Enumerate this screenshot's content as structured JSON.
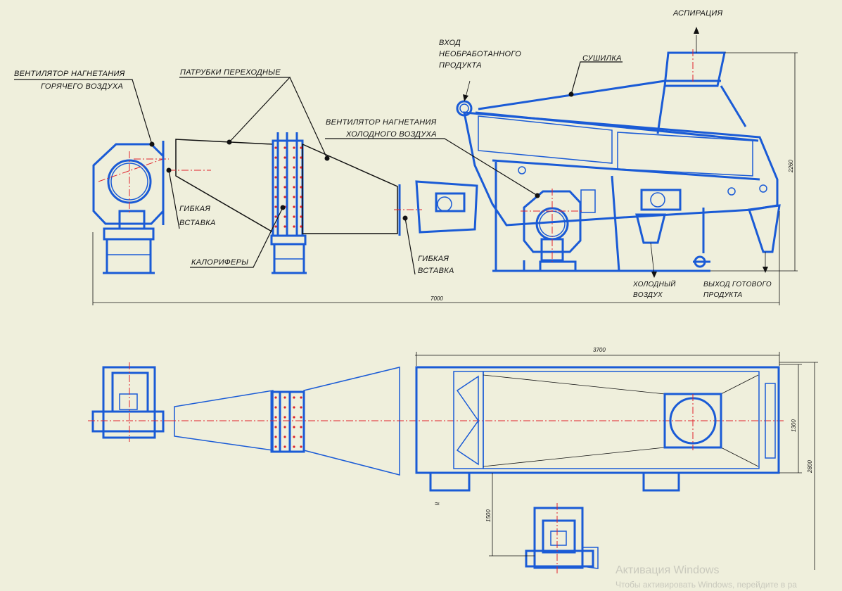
{
  "labels": {
    "fan_hot": [
      "ВЕНТИЛЯТОР НАГНЕТАНИЯ",
      "ГОРЯЧЕГО ВОЗДУХА"
    ],
    "transition_pipes": "ПАТРУБКИ ПЕРЕХОДНЫЕ",
    "flex_insert_1": [
      "ГИБКАЯ",
      "ВСТАВКА"
    ],
    "heaters": "КАЛОРИФЕРЫ",
    "flex_insert_2": [
      "ГИБКАЯ",
      "ВСТАВКА"
    ],
    "fan_cold": [
      "ВЕНТИЛЯТОР НАГНЕТАНИЯ",
      "ХОЛОДНОГО ВОЗДУХА"
    ],
    "raw_inlet": [
      "ВХОД",
      "НЕОБРАБОТАННОГО",
      "ПРОДУКТА"
    ],
    "dryer": "СУШИЛКА",
    "aspiration": "АСПИРАЦИЯ",
    "cold_air": [
      "ХОЛОДНЫЙ",
      "ВОЗДУХ"
    ],
    "product_outlet": [
      "ВЫХОД ГОТОВОГО",
      "ПРОДУКТА"
    ]
  },
  "dimensions": {
    "total_length": "7000",
    "dryer_height": "2260",
    "dryer_length": "3700",
    "dryer_width": "1300",
    "total_width": "2800",
    "fan_offset": "1500"
  },
  "watermark": {
    "line1": "Активация Windows",
    "line2": "Чтобы активировать Windows, перейдите в ра"
  },
  "colors": {
    "background": "#efefdc",
    "outline": "#1a5bd6",
    "centerline": "#e0202a",
    "text": "#111111"
  }
}
